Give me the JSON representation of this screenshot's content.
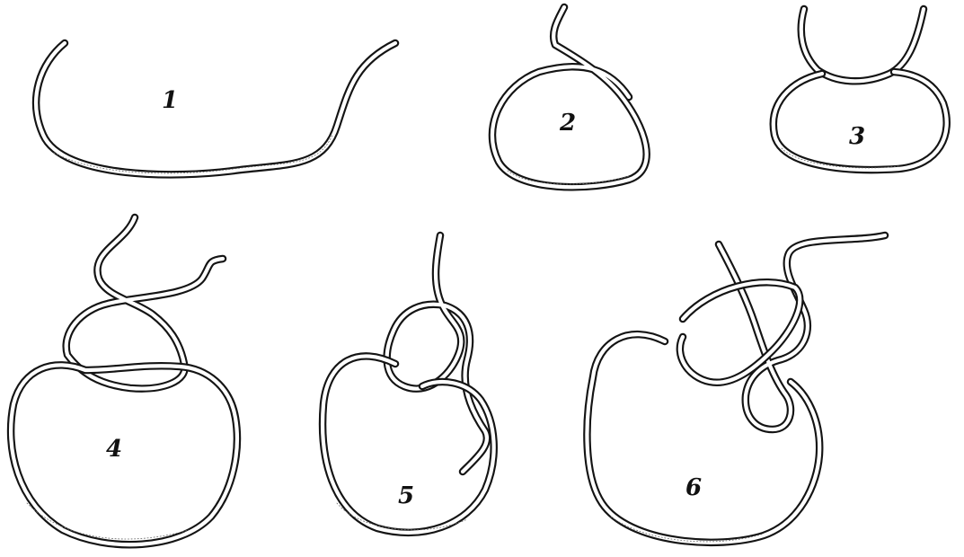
{
  "figures": [
    {
      "number": "1"
    },
    {
      "number": "2"
    },
    {
      "number": "3"
    },
    {
      "number": "4"
    },
    {
      "number": "5"
    },
    {
      "number": "6"
    }
  ]
}
